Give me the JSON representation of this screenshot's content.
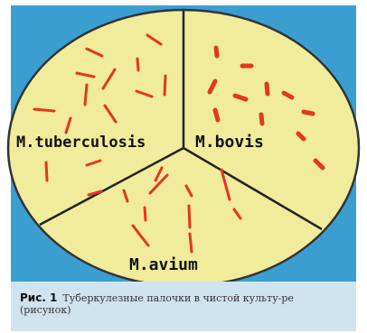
{
  "diagram": {
    "labels": {
      "tuberculosis": "M.tuberculosis",
      "bovis": "M.bovis",
      "avium": "M.avium"
    }
  },
  "caption": {
    "label": "Рис. 1",
    "text": "Туберкулезные палочки в чистой культу-ре (рисунок)"
  },
  "colors": {
    "panel_background": "#3a9fd0",
    "dish_fill": "#f1eb9c",
    "bacteria": "#e0391e",
    "divider": "#222222",
    "caption_background": "#cfe4ef"
  }
}
